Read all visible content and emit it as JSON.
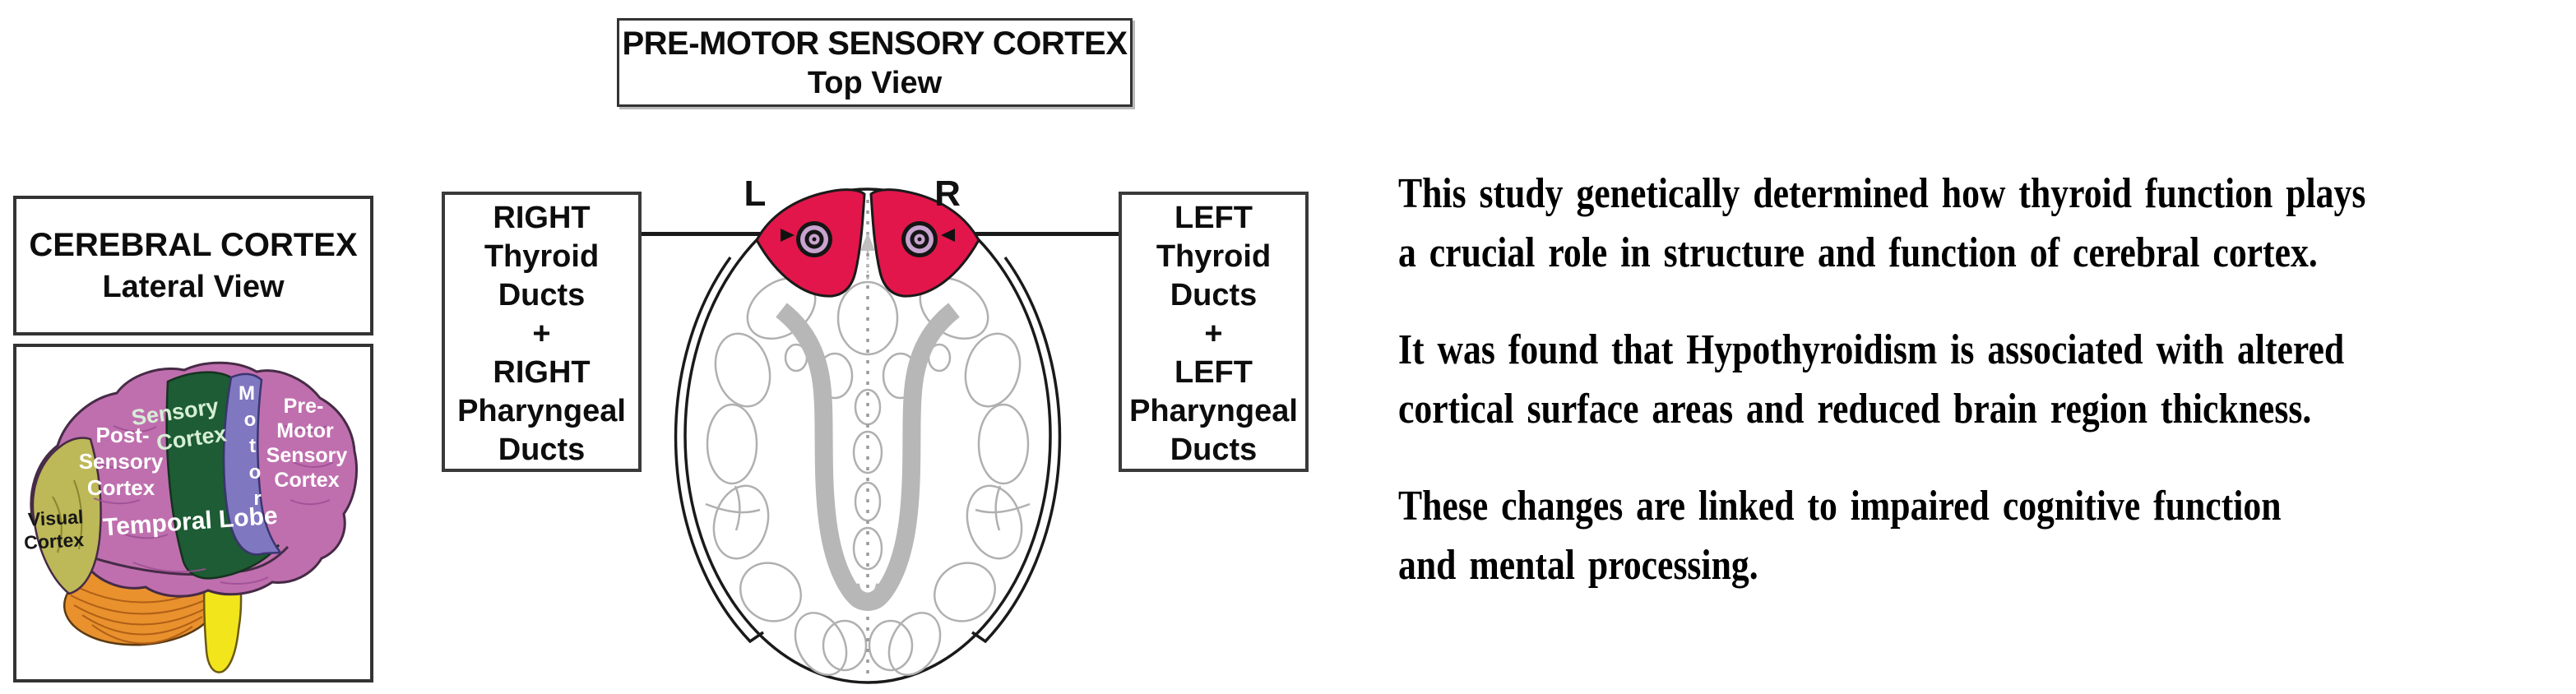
{
  "left_panel": {
    "title_box": {
      "line1": "CEREBRAL CORTEX",
      "line2": "Lateral View"
    },
    "brain_labels": {
      "sensory": [
        "Sensory",
        "Cortex"
      ],
      "motor_letters": [
        "M",
        "o",
        "t",
        "o",
        "r"
      ],
      "premotor": [
        "Pre-",
        "Motor",
        "Sensory",
        "Cortex"
      ],
      "postsensory": [
        "Post-",
        "Sensory",
        "Cortex"
      ],
      "visual": [
        "Visual",
        "Cortex"
      ],
      "temporal": "Temporal Lobe"
    }
  },
  "center_panel": {
    "title_box": {
      "line1": "PRE-MOTOR SENSORY CORTEX",
      "line2": "Top View"
    },
    "right_duct_box": {
      "lines": [
        "RIGHT",
        "Thyroid",
        "Ducts",
        "+",
        "RIGHT",
        "Pharyngeal",
        "Ducts"
      ]
    },
    "left_duct_box": {
      "lines": [
        "LEFT",
        "Thyroid",
        "Ducts",
        "+",
        "LEFT",
        "Pharyngeal",
        "Ducts"
      ]
    },
    "hemisphere_labels": {
      "left": "L",
      "right": "R"
    }
  },
  "right_panel": {
    "paragraphs": [
      {
        "lines": [
          "This study genetically determined how thyroid function plays",
          "a crucial role in structure and function of cerebral cortex."
        ]
      },
      {
        "lines": [
          "It was found that Hypothyroidism is associated with altered",
          "cortical surface areas and reduced brain region thickness."
        ]
      },
      {
        "lines": [
          "These changes are linked to impaired cognitive function",
          "and mental processing."
        ]
      }
    ]
  },
  "colors": {
    "orchid": "#bf6fae",
    "green": "#1d5c34",
    "motor": "#8077c1",
    "visual": "#bdb858",
    "cerebellum": "#e8912d",
    "brainstem": "#f2e51c",
    "red": "#e2164a",
    "target_pink": "#c9a3cf",
    "ventricle": "#b7b7b7",
    "gyri": "#b0b0b0"
  }
}
